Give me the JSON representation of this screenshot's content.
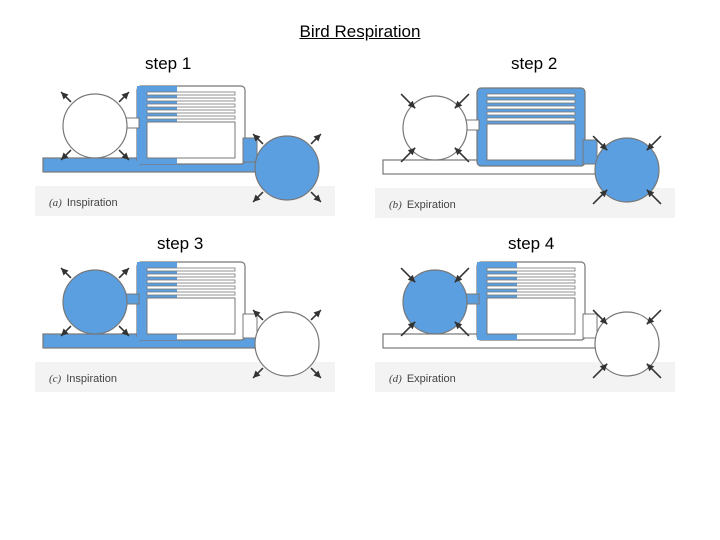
{
  "page": {
    "title": "Bird Respiration"
  },
  "steps": [
    {
      "label": "step 1",
      "letter": "a",
      "caption": "Inspiration",
      "front_filled": false,
      "lung_filled": "partial",
      "back_filled": true
    },
    {
      "label": "step 2",
      "letter": "b",
      "caption": "Expiration",
      "front_filled": false,
      "lung_filled": "full",
      "back_filled": true
    },
    {
      "label": "step 3",
      "letter": "c",
      "caption": "Inspiration",
      "front_filled": true,
      "lung_filled": "partial",
      "back_filled": false
    },
    {
      "label": "step 4",
      "letter": "d",
      "caption": "Expiration",
      "front_filled": true,
      "lung_filled": "partial",
      "back_filled": false
    }
  ],
  "colors": {
    "air": "#5b9fe0",
    "outline": "#777777",
    "arrow": "#333333",
    "caption_bg": "#f3f3f3"
  }
}
